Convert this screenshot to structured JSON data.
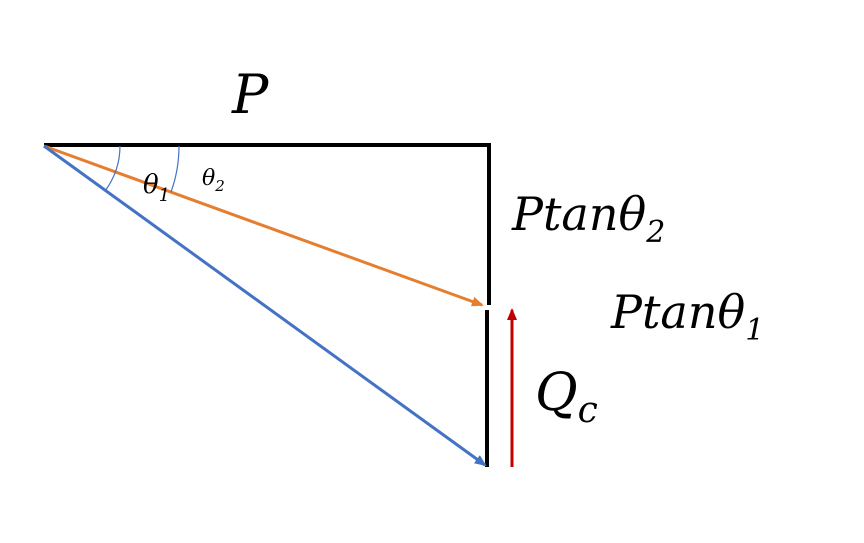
{
  "labels": {
    "p": "P",
    "theta1_base": "θ",
    "theta1_sub": "1",
    "theta2_base": "θ",
    "theta2_sub": "2",
    "ptan2_base": "Ptanθ",
    "ptan2_sub": "2",
    "ptan1_base": "Ptanθ",
    "ptan1_sub": "1",
    "qc_base": "Q",
    "qc_sub": "c"
  },
  "colors": {
    "lines": "#000000",
    "vector_theta2": "#E67E30",
    "vector_theta1": "#4472C4",
    "arrow_qc": "#C00000",
    "angle_arcs": "#4472C4"
  }
}
